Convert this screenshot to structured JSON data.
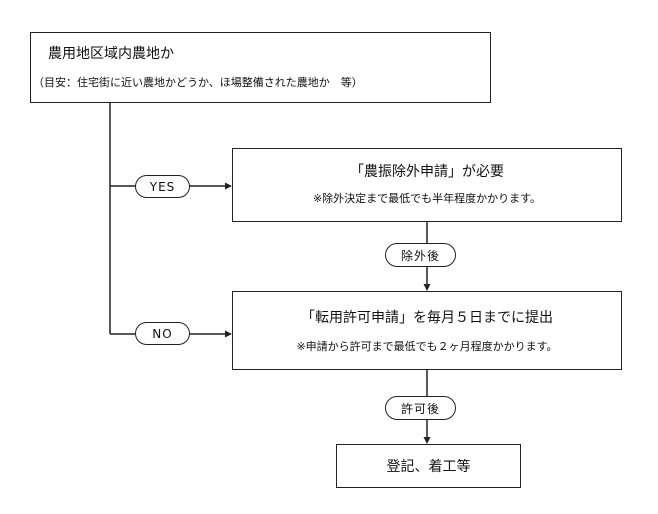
{
  "nodes": {
    "start": {
      "title": "農用地区域内農地か",
      "note": "（目安：住宅街に近い農地かどうか、ほ場整備された農地か　等）"
    },
    "exclusion": {
      "title": "「農振除外申請」が必要",
      "note": "※除外決定まで最低でも半年程度かかります。"
    },
    "conversion": {
      "title": "「転用許可申請」を毎月５日までに提出",
      "note": "※申請から許可まで最低でも２ヶ月程度かかります。"
    },
    "final": {
      "title": "登記、着工等"
    }
  },
  "labels": {
    "yes": "YES",
    "no": "NO",
    "after_exclusion": "除外後",
    "after_permission": "許可後"
  }
}
